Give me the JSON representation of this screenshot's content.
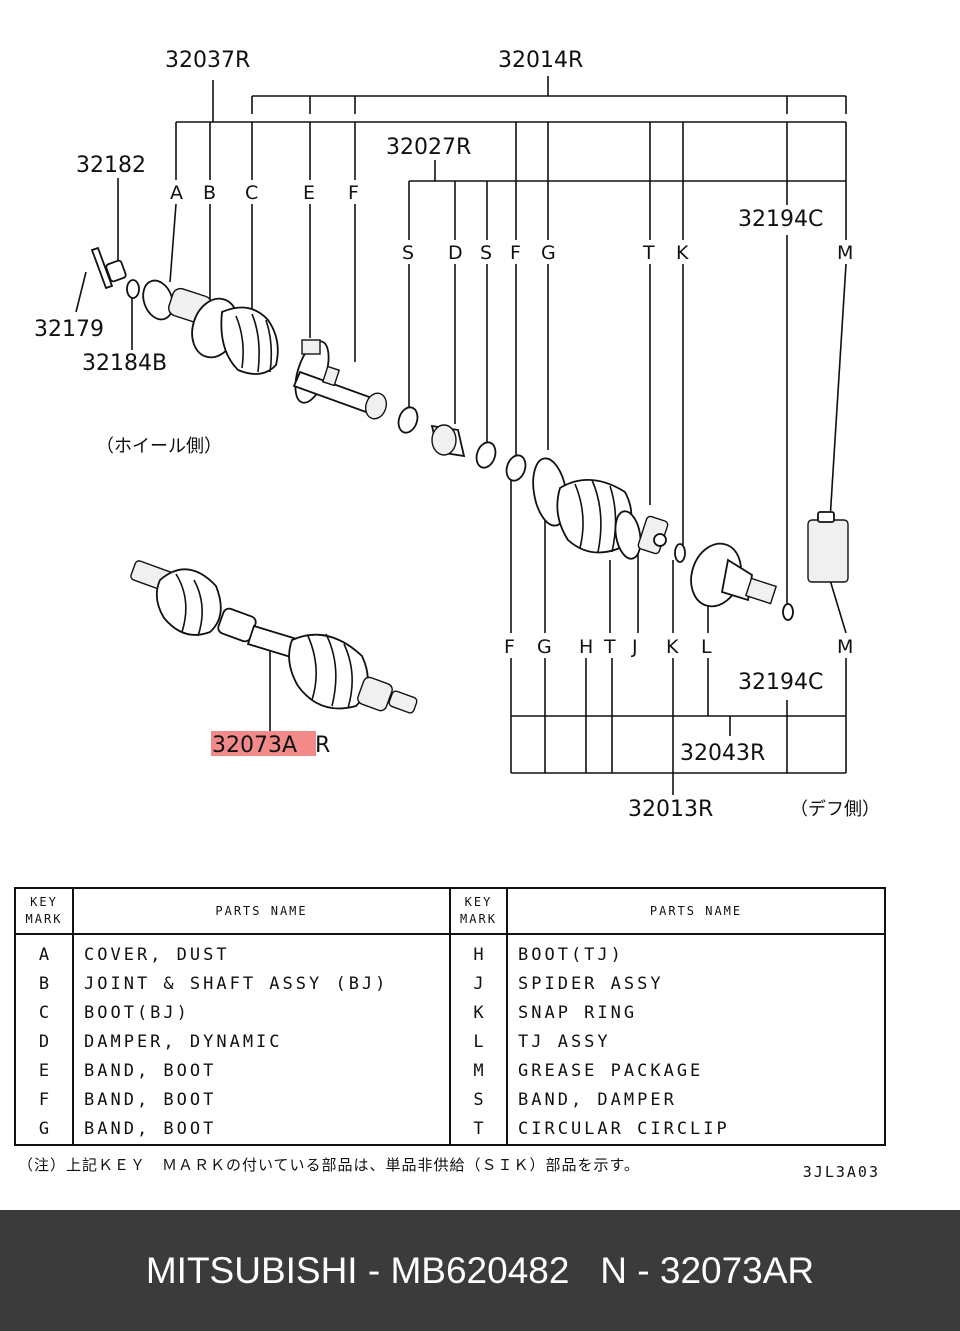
{
  "callouts": {
    "c32037R": "32037R",
    "c32014R": "32014R",
    "c32027R": "32027R",
    "c32182": "32182",
    "c32179": "32179",
    "c32184B": "32184B",
    "c32194C_top": "32194C",
    "c32194C_bottom": "32194C",
    "c32073A": "32073A",
    "c32073A_suffix": "R",
    "c32043R": "32043R",
    "c32013R": "32013R"
  },
  "top_marks": [
    "A",
    "B",
    "C",
    "E",
    "F"
  ],
  "mid_marks": [
    "S",
    "D",
    "S",
    "F",
    "G",
    "T",
    "K",
    "M"
  ],
  "bottom_marks": [
    "F",
    "G",
    "H",
    "T",
    "J",
    "K",
    "L",
    "M"
  ],
  "side_labels": {
    "wheel_side": "（ホイール側）",
    "diff_side": "（デフ側）"
  },
  "highlight_color": "#f28a8a",
  "table": {
    "key_header": "KEY MARK",
    "key_header_line1": "KEY",
    "key_header_line2": "MARK",
    "name_header": "PARTS NAME",
    "left": [
      {
        "key": "A",
        "name": "COVER, DUST"
      },
      {
        "key": "B",
        "name": "JOINT & SHAFT ASSY (BJ)"
      },
      {
        "key": "C",
        "name": "BOOT(BJ)"
      },
      {
        "key": "D",
        "name": "DAMPER, DYNAMIC"
      },
      {
        "key": "E",
        "name": "BAND, BOOT"
      },
      {
        "key": "F",
        "name": "BAND, BOOT"
      },
      {
        "key": "G",
        "name": "BAND, BOOT"
      }
    ],
    "right": [
      {
        "key": "H",
        "name": "BOOT(TJ)"
      },
      {
        "key": "J",
        "name": "SPIDER ASSY"
      },
      {
        "key": "K",
        "name": "SNAP RING"
      },
      {
        "key": "L",
        "name": "TJ ASSY"
      },
      {
        "key": "M",
        "name": "GREASE PACKAGE"
      },
      {
        "key": "S",
        "name": "BAND, DAMPER"
      },
      {
        "key": "T",
        "name": "CIRCULAR CIRCLIP"
      }
    ]
  },
  "footnote": "（注）上記ＫＥＹ　ＭＡＲＫの付いている部品は、単品非供給（ＳＩＫ）部品を示す。",
  "drawing_code": "3JL3A03",
  "banner": "MITSUBISHI - MB620482   N - 32073AR"
}
